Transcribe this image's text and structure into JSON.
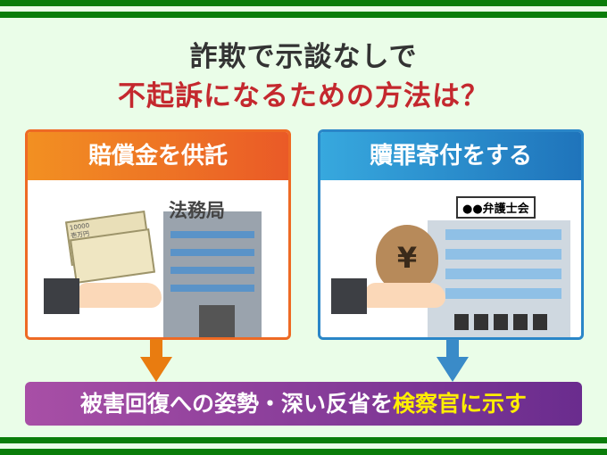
{
  "title": {
    "line1": "詐欺で示談なしで",
    "line2": "不起訴になるための方法は？"
  },
  "methods": [
    {
      "label": "賠償金を供託",
      "building_sign": "法務局",
      "note_amount": "10000",
      "note_text": "壱万円",
      "color": "#ee6a24"
    },
    {
      "label": "贖罪寄付をする",
      "building_sign": "●●弁護士会",
      "bag_symbol": "¥",
      "color": "#2a86c8"
    }
  ],
  "result": {
    "text_before": "被害回復への姿勢・深い反省を",
    "text_highlight": "検察官に示す"
  }
}
